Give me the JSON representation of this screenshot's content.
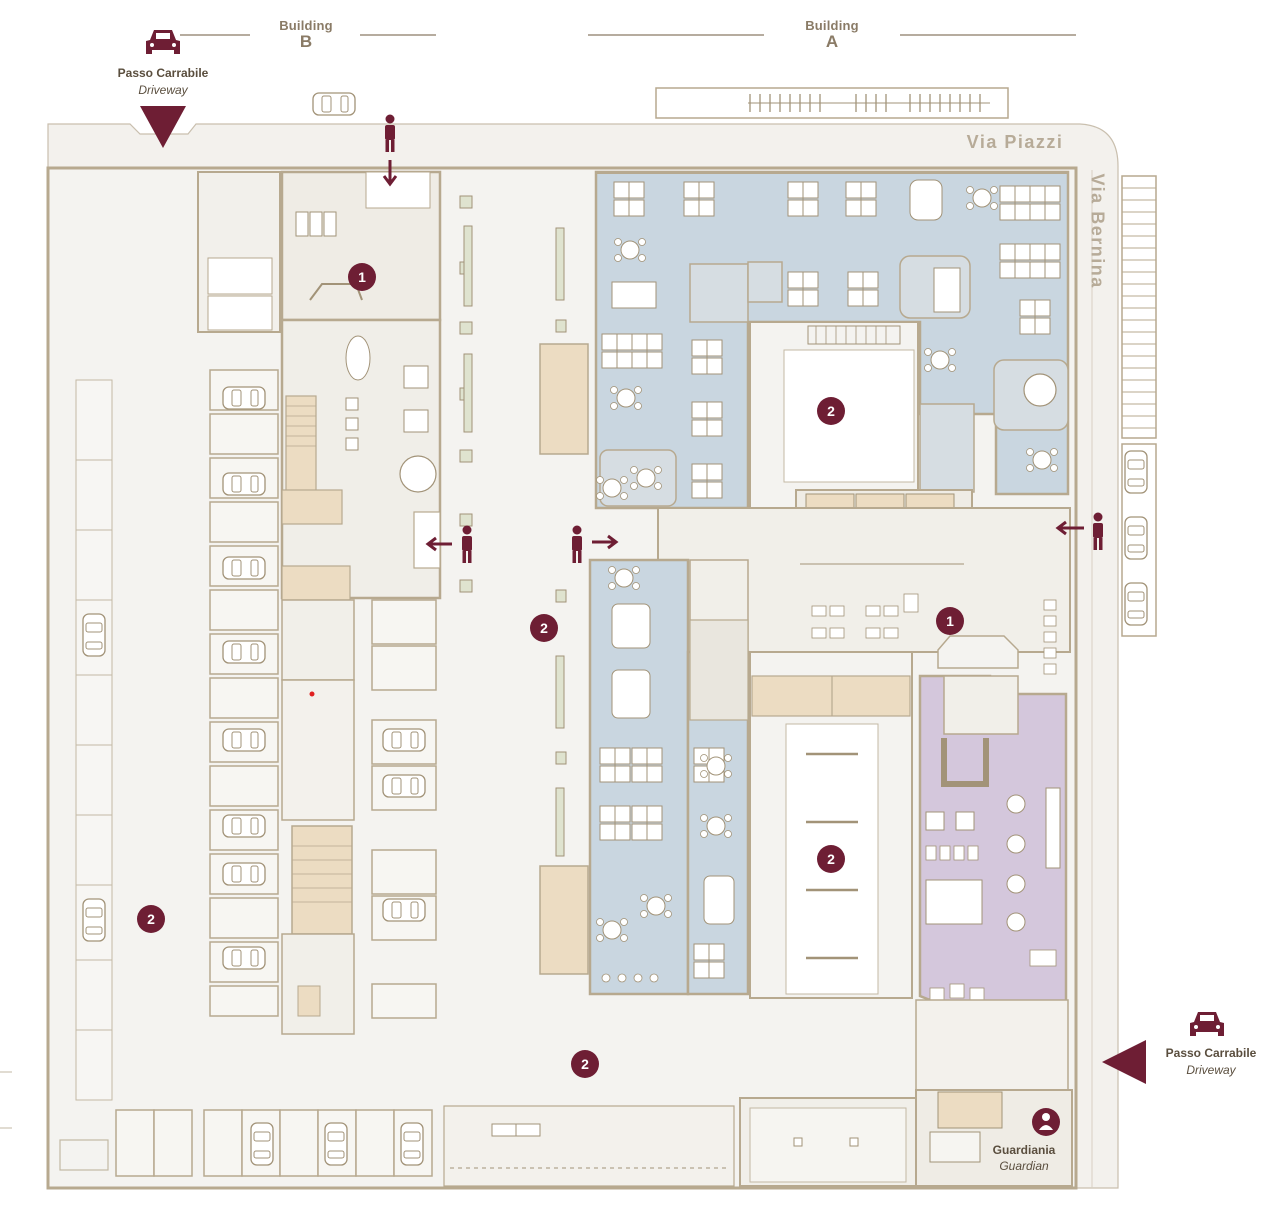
{
  "buildings": {
    "b": {
      "word": "Building",
      "letter": "B"
    },
    "a": {
      "word": "Building",
      "letter": "A"
    }
  },
  "streets": {
    "piazzi": "Via Piazzi",
    "bernina": "Via Bernina"
  },
  "driveway": {
    "label_it": "Passo Carrabile",
    "label_en": "Driveway"
  },
  "guardian": {
    "label_it": "Guardiania",
    "label_en": "Guardian"
  },
  "markers": {
    "reception": "1",
    "parking": "2"
  },
  "icons": {
    "car": "car-icon",
    "pedestrian": "pedestrian-icon",
    "driveway_arrow": "driveway-arrow-icon",
    "guardian": "guardian-icon"
  },
  "colors": {
    "marker": "#6e1e34",
    "office_zone": "#c9d6e0",
    "lounge_zone": "#d4c7dc",
    "core_zone": "#ecdcc2",
    "wall": "#b7a98f",
    "floor": "#f1efe9"
  }
}
